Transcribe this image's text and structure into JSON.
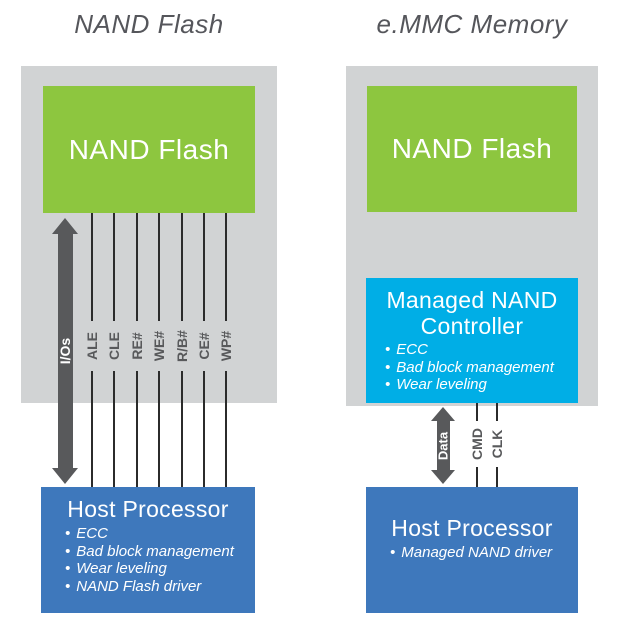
{
  "colors": {
    "package_gray": "#d1d3d4",
    "nand_green": "#8dc63f",
    "host_blue": "#3e78bc",
    "controller_cyan": "#00aee6",
    "arrow_dark_gray": "#58595b",
    "signal_line": "#2b2b2b",
    "title_text": "#55565b"
  },
  "left_panel": {
    "title": "NAND Flash",
    "nand_box_label": "NAND Flash",
    "bus_label": "I/Os",
    "signals": [
      "ALE",
      "CLE",
      "RE#",
      "WE#",
      "R/B#",
      "CE#",
      "WP#"
    ],
    "host_box": {
      "title": "Host Processor",
      "bullets": [
        "ECC",
        "Bad block management",
        "Wear leveling",
        "NAND Flash driver"
      ]
    }
  },
  "right_panel": {
    "title": "e.MMC Memory",
    "nand_box_label": "NAND Flash",
    "controller_box": {
      "title_line1": "Managed NAND",
      "title_line2": "Controller",
      "bullets": [
        "ECC",
        "Bad block management",
        "Wear leveling"
      ]
    },
    "bus_label": "Data",
    "signals": [
      "CMD",
      "CLK"
    ],
    "host_box": {
      "title": "Host Processor",
      "bullets": [
        "Managed NAND driver"
      ]
    }
  }
}
